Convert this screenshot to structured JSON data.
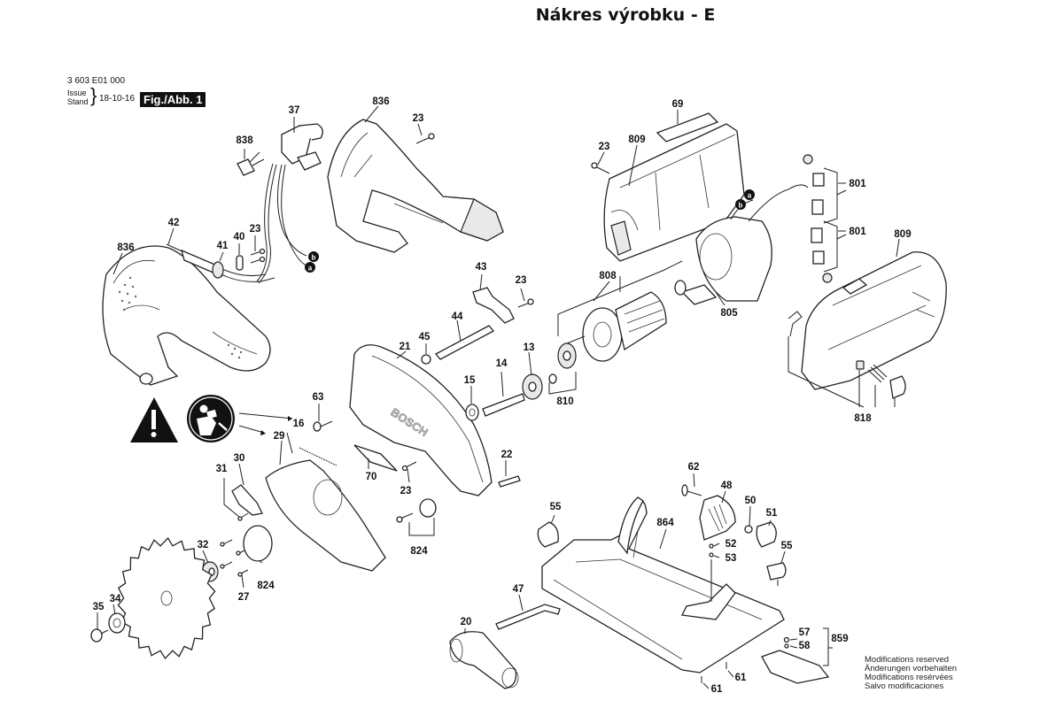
{
  "header": {
    "title": "Nákres výrobku - E",
    "document_number": "3 603 E01 000",
    "issue_label_en": "Issue",
    "issue_label_de": "Stand",
    "issue_date": "18-10-16",
    "figure_label": "Fig./Abb. 1"
  },
  "footer": {
    "notes": [
      "Modifications reserved",
      "Änderungen vorbehalten",
      "Modifications resérvées",
      "Salvo modificaciones"
    ]
  },
  "symbols": {
    "warning": "warning-triangle-icon",
    "read_manual": "read-manual-icon",
    "connector_a": "a",
    "connector_b": "b"
  },
  "brand_text": "BOSCH",
  "parts": {
    "handle_top": "836",
    "handle_left": "836",
    "switch": "37",
    "suppressor": "838",
    "cable": "42",
    "cable_sleeve": "41",
    "cable_clamp": "40",
    "screw_clamp": "23",
    "screw_handle": "23",
    "screw_housing": "23",
    "screw_lever": "23",
    "screw_guard": "23",
    "nameplate": "69",
    "housing_left": "809",
    "housing_right": "809",
    "brush_holder_top": "801",
    "brush_holder_bottom": "801",
    "armature": "808",
    "field": "805",
    "lever": "43",
    "shaft_44": "44",
    "washer_45": "45",
    "gear_13": "13",
    "spindle_14": "14",
    "bearing_15": "15",
    "bearing_set_810": "810",
    "blade_guard_21": "21",
    "pin_22": "22",
    "screw_63": "63",
    "spring_16": "16",
    "guard_29": "29",
    "plate_70": "70",
    "lever_30": "30",
    "screw_31": "31",
    "flange_32": "32",
    "clamping_flange_34": "34",
    "screw_35": "35",
    "screw_27": "27",
    "ring_824": "824",
    "bushing_set_824": "824",
    "knob_55_left": "55",
    "knob_55_right": "55",
    "base_plate_864": "864",
    "screw_62": "62",
    "segment_48": "48",
    "washer_50": "50",
    "knob_51": "51",
    "screw_52": "52",
    "washer_53": "53",
    "screw_57": "57",
    "washer_58": "58",
    "guide_859": "859",
    "screw_61_a": "61",
    "screw_61_b": "61",
    "hex_key_47": "47",
    "dust_adapter_20": "20",
    "housing_set_818": "818"
  }
}
